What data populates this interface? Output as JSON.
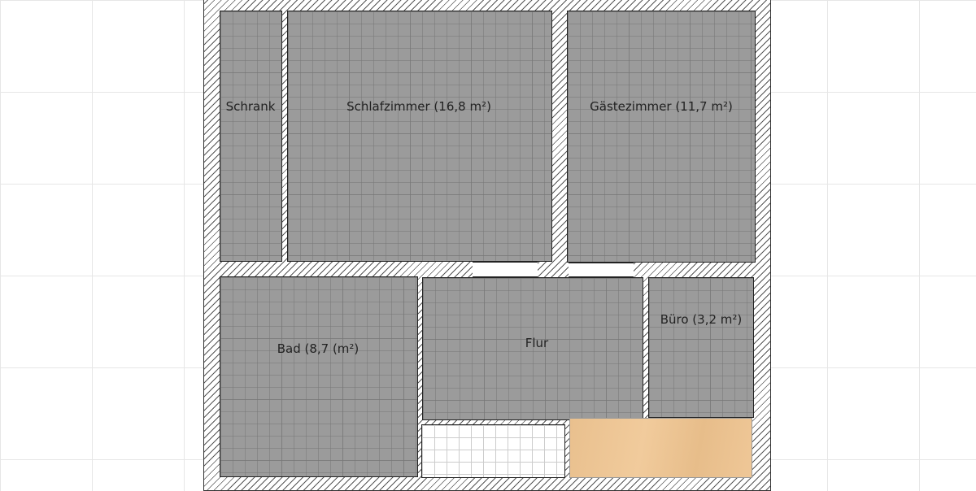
{
  "floorplan": {
    "rooms": [
      {
        "id": "schrank",
        "label": "Schrank",
        "floor": "gray-tile"
      },
      {
        "id": "schlafzimmer",
        "label": "Schlafzimmer (16,8 m²)",
        "floor": "gray-tile"
      },
      {
        "id": "gaestezimmer",
        "label": "Gästezimmer (11,7 m²)",
        "floor": "gray-tile"
      },
      {
        "id": "bad",
        "label": "Bad (8,7 (m²)",
        "floor": "gray-tile"
      },
      {
        "id": "flur",
        "label": "Flur",
        "floor": "gray-tile"
      },
      {
        "id": "buero",
        "label": "Büro (3,2 m²)",
        "floor": "gray-tile"
      }
    ],
    "colors": {
      "floor_gray": "#9b9b9b",
      "wood": "#ecc393",
      "wall_line": "#222222"
    }
  }
}
